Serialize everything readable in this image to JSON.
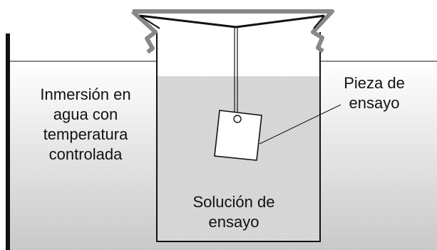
{
  "diagram": {
    "labels": {
      "water_bath": [
        "Inmersión en",
        "agua con",
        "temperatura",
        "controlada"
      ],
      "specimen": [
        "Pieza de",
        "ensayo"
      ],
      "test_solution": [
        "Solución de",
        "ensayo"
      ]
    },
    "colors": {
      "outline": "#111111",
      "lid_frame": "#888888",
      "solution_fill": "#dadada",
      "bath_gradient_top": "#ffffff",
      "bath_gradient_bottom": "#c9c9c9"
    }
  }
}
